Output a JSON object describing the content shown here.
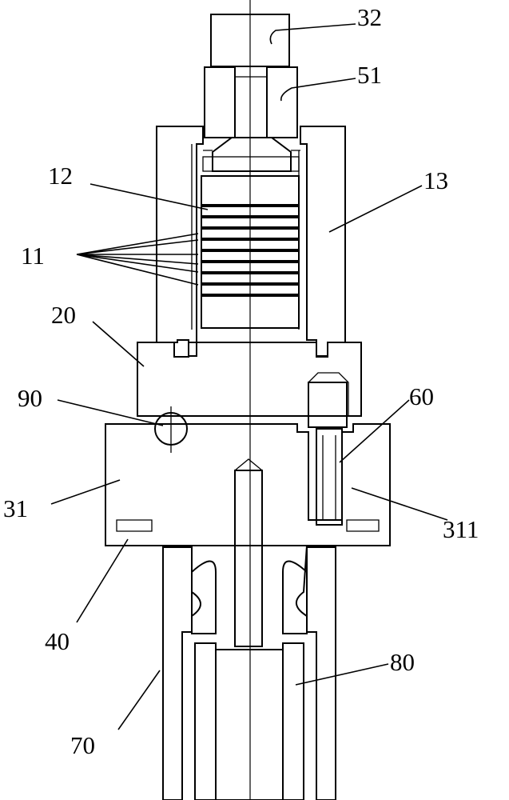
{
  "diagram": {
    "labels": {
      "l32": "32",
      "l51": "51",
      "l12": "12",
      "l13": "13",
      "l11": "11",
      "l20": "20",
      "l90": "90",
      "l60": "60",
      "l31": "31",
      "l311": "311",
      "l40": "40",
      "l80": "80",
      "l70": "70"
    }
  }
}
